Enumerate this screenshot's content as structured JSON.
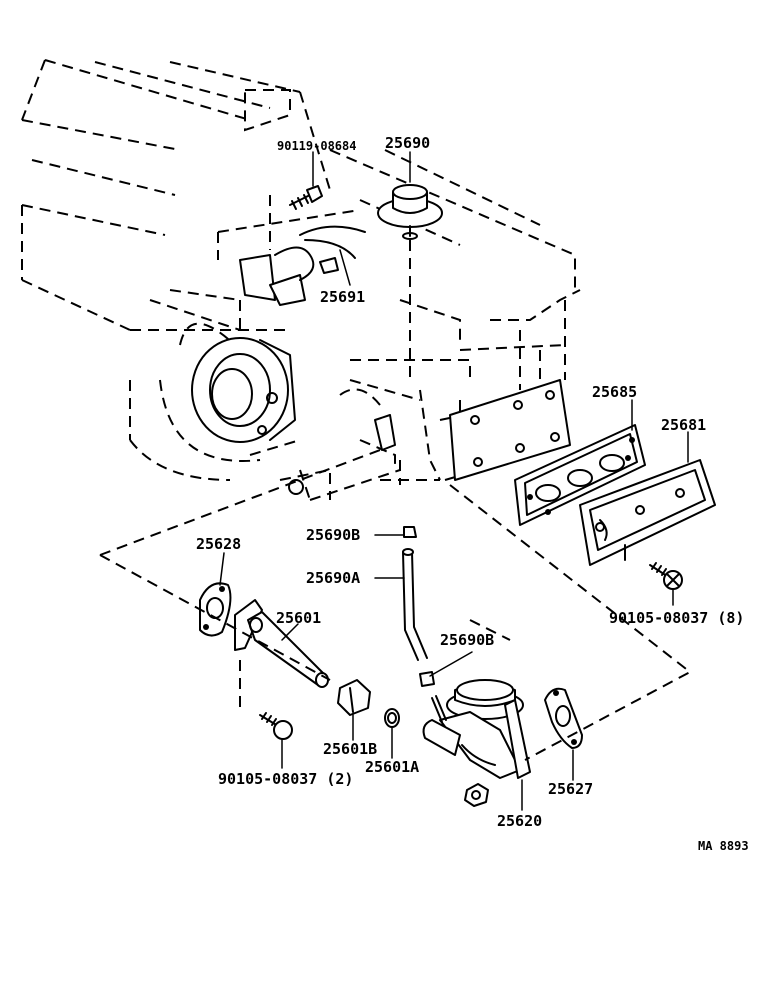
{
  "labels": {
    "p90119": "90119-08684",
    "p25690": "25690",
    "p25691": "25691",
    "p25685": "25685",
    "p25681": "25681",
    "p25690B_top": "25690B",
    "p25690A": "25690A",
    "p25690B_bot": "25690B",
    "p25628": "25628",
    "p25601": "25601",
    "p90105_8": "90105-08037 (8)",
    "p90105_2": "90105-08037 (2)",
    "p25601B": "25601B",
    "p25601A": "25601A",
    "p25627": "25627",
    "p25620": "25620",
    "code": "MA 8893"
  }
}
